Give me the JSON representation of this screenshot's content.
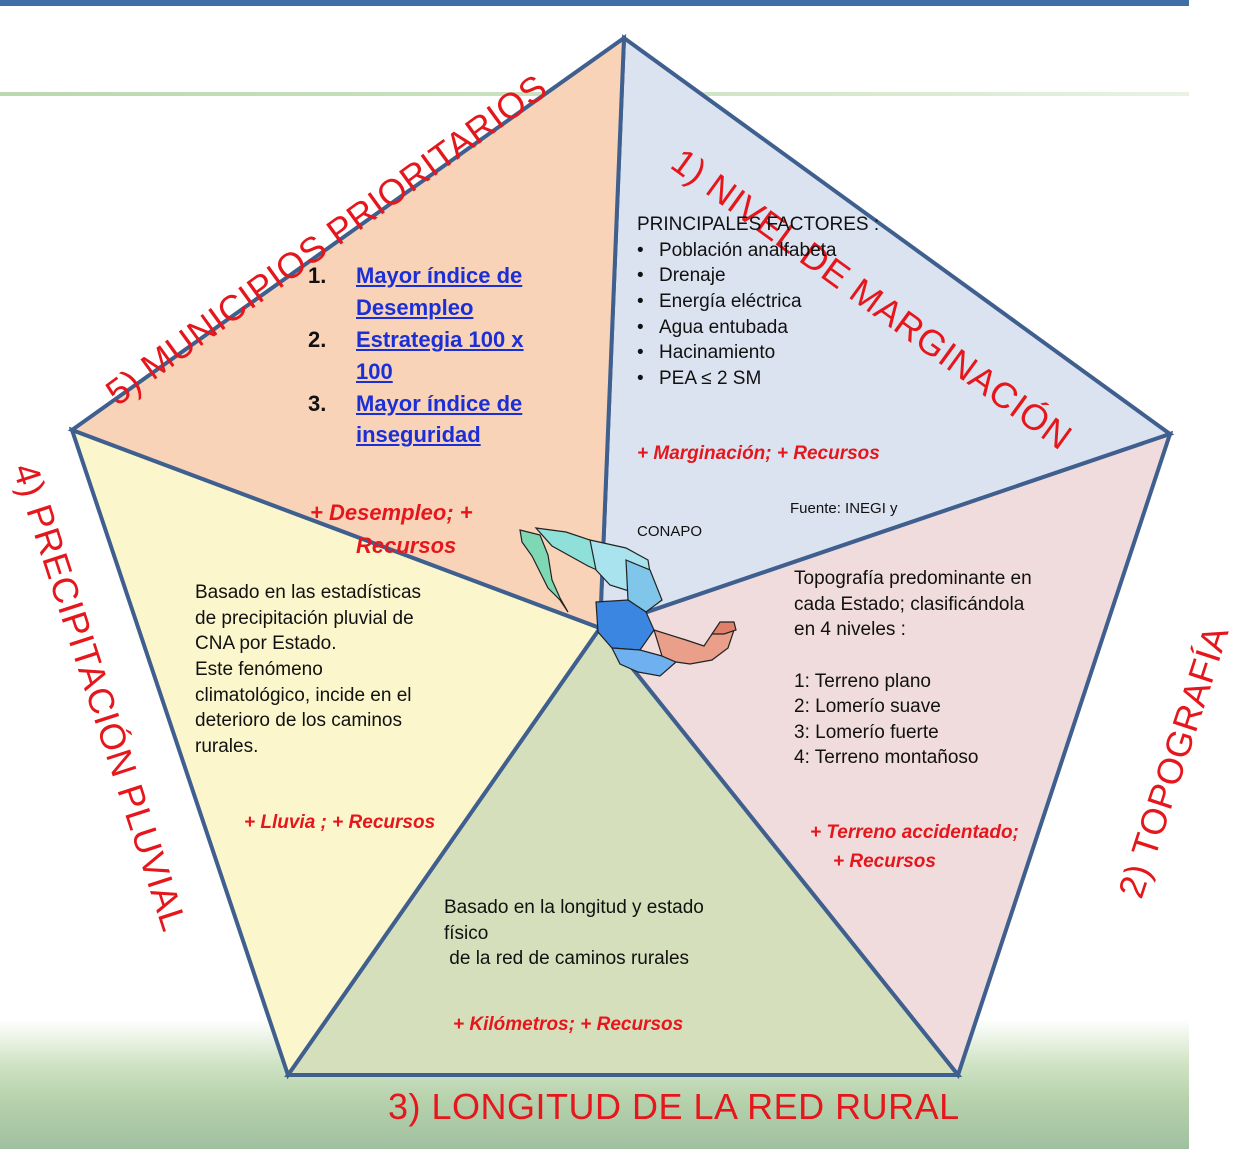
{
  "colors": {
    "outline": "#3f5f8f",
    "accent_text": "#e5171c",
    "link": "#1b2fd6",
    "sector_marginacion": "#dbe3f0",
    "sector_topografia": "#f0dcdc",
    "sector_longitud": "#d6dfbb",
    "sector_precipitacion": "#fbf6cb",
    "sector_municipios": "#f8d3b8"
  },
  "titles": {
    "marginacion": "1) NIVEL DE MARGINACIÓN",
    "topografia": "2) TOPOGRAFÍA",
    "longitud": "3) LONGITUD DE LA RED RURAL",
    "precipitacion": "4) PRECIPITACIÓN PLUVIAL",
    "municipios": "5) MUNICIPIOS PRIORITARIOS"
  },
  "marginacion": {
    "heading": "PRINCIPALES FACTORES :",
    "factors": [
      "Población analfabeta",
      "Drenaje",
      "Energía eléctrica",
      "Agua entubada",
      "Hacinamiento",
      "PEA ≤ 2 SM"
    ],
    "tagline": "+ Marginación; + Recursos",
    "source_1": "Fuente:  INEGI y",
    "source_2": "CONAPO"
  },
  "topografia": {
    "lines": [
      "Topografía predominante en",
      "cada Estado; clasificándola",
      "en 4 niveles :"
    ],
    "levels": [
      "1: Terreno plano",
      "2: Lomerío suave",
      "3: Lomerío fuerte",
      "4: Terreno montañoso"
    ],
    "tagline_1": "+ Terreno accidentado;",
    "tagline_2": "+ Recursos"
  },
  "longitud": {
    "lines": [
      "Basado en la longitud y estado",
      "físico",
      " de la red de caminos rurales"
    ],
    "tagline": "+ Kilómetros;  + Recursos"
  },
  "precipitacion": {
    "lines": [
      "Basado en las estadísticas",
      "de precipitación pluvial de",
      "CNA por Estado.",
      "Este fenómeno",
      "climatológico, incide en el",
      "deterioro de los caminos",
      "rurales."
    ],
    "tagline": "+ Lluvia ; + Recursos"
  },
  "municipios": {
    "items": [
      {
        "num": "1.",
        "l1": "Mayor índice de",
        "l2": "Desempleo"
      },
      {
        "num": "2.",
        "l1": "Estrategia 100 x",
        "l2": "100"
      },
      {
        "num": "3.",
        "l1": "Mayor índice de",
        "l2": "inseguridad"
      }
    ],
    "tagline_1": "+ Desempleo;  +",
    "tagline_2": "Recursos"
  },
  "map_icon": "mexico-map-icon"
}
